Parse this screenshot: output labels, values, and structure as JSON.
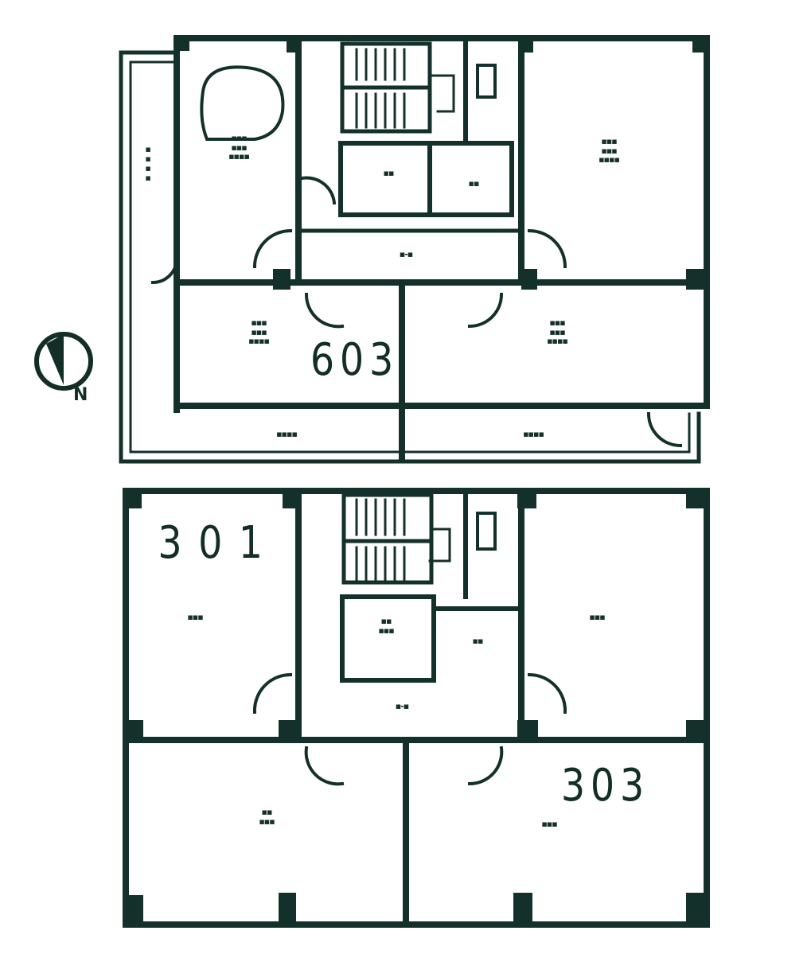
{
  "colors": {
    "wall": "#14302a",
    "paper": "#ffffff",
    "ink": "#122e26"
  },
  "compass": {
    "label": "N"
  },
  "upper_floor": {
    "unit_number": "603",
    "rooms": [
      {
        "id": "nw-room",
        "label": "▪▪▪\n▪▪▪\n▪▪▪▪"
      },
      {
        "id": "ne-room",
        "label": "▪▪▪\n▪▪▪\n▪▪▪▪"
      },
      {
        "id": "sw-room",
        "label": "▪▪▪\n▪▪▪\n▪▪▪▪"
      },
      {
        "id": "se-room",
        "label": "▪▪▪\n▪▪▪\n▪▪▪▪"
      },
      {
        "id": "hall",
        "label": "▪-▪"
      },
      {
        "id": "elevator",
        "label": "▪▪"
      },
      {
        "id": "wc",
        "label": "▪▪"
      },
      {
        "id": "west-balcony",
        "label": "▪▪▪▪"
      },
      {
        "id": "south-balcony-left",
        "label": "▪▪▪▪"
      },
      {
        "id": "south-balcony-right",
        "label": "▪▪▪▪"
      }
    ]
  },
  "lower_floor": {
    "unit_numbers": [
      "301",
      "303"
    ],
    "rooms": [
      {
        "id": "nw-room",
        "label": "▪▪▪"
      },
      {
        "id": "ne-room",
        "label": "▪▪▪"
      },
      {
        "id": "sw-room",
        "label": "▪▪\n▪▪▪"
      },
      {
        "id": "se-room",
        "label": "▪▪▪"
      },
      {
        "id": "hall",
        "label": "▪-▪"
      },
      {
        "id": "elevator",
        "label": "▪▪\n▪▪▪"
      },
      {
        "id": "wc",
        "label": "▪▪"
      }
    ]
  }
}
